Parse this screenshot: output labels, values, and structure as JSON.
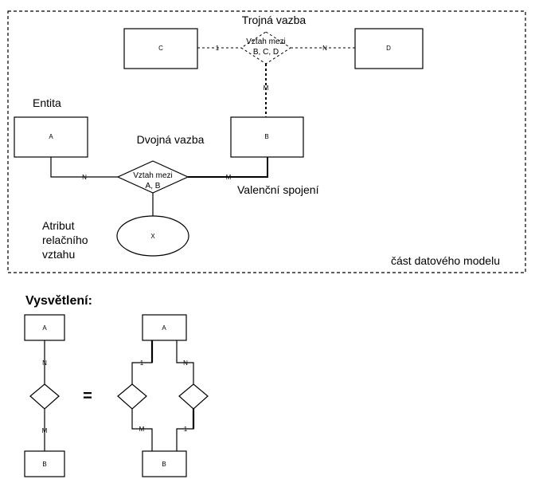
{
  "title_ternary": "Trojná vazba",
  "title_binary": "Dvojná vazba",
  "label_entity": "Entita",
  "label_valence": "Valenční spojení",
  "label_attribute": [
    "Atribut",
    "relačního",
    "vztahu"
  ],
  "region_label": "část datového modelu",
  "entities": {
    "a": "A",
    "b": "B",
    "c": "C",
    "d": "D"
  },
  "relation_ternary": [
    "Vztah mezi",
    "B, C, D"
  ],
  "relation_binary": [
    "Vztah mezi",
    "A, B"
  ],
  "attribute_x": "X",
  "cardinalities": {
    "c_ternary": "1",
    "d_ternary": "N",
    "b_ternary": "M",
    "a_binary": "N",
    "b_binary": "M"
  },
  "legend": {
    "heading": "Vysvětlení:",
    "equals": "=",
    "left": {
      "top": "A",
      "bottom": "B",
      "n": "N",
      "m": "M"
    },
    "right": {
      "top": "A",
      "bottom": "B",
      "one_top": "1",
      "n_top": "N",
      "m_bottom": "M",
      "one_bottom": "1"
    }
  }
}
